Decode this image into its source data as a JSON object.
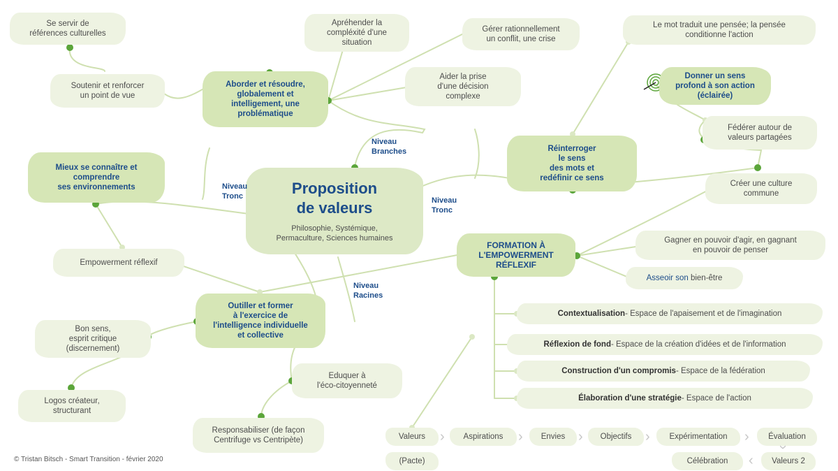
{
  "central": {
    "title": "Proposition\nde valeurs",
    "subtitle": "Philosophie, Systémique,\nPermaculture, Sciences humaines"
  },
  "levels": {
    "branches": "Niveau\nBranches",
    "tronc_left": "Niveau\nTronc",
    "tronc_right": "Niveau\nTronc",
    "racines": "Niveau\nRacines"
  },
  "nodes": {
    "references": "Se servir de\nréférences culturelles",
    "soutenir": "Soutenir et renforcer\nun point de vue",
    "aborder": "Aborder et résoudre,\nglobalement  et\nintelligement, une\nproblématique",
    "apprehender": "Apréhender la\ncompléxité d'une\nsituation",
    "gerer": "Gérer rationnellement\nun conflit, une crise",
    "aider": "Aider la prise\nd'une décision\ncomplexe",
    "mot": "Le mot traduit une pensée; la pensée\nconditionne l'action",
    "donner_sens": "Donner un sens\nprofond à son action\n(éclairée)",
    "federer": "Fédérer autour de\nvaleurs partagées",
    "reinterroger": "Réinterroger\nle sens\ndes mots et\nredéfinir ce sens",
    "creer_culture": "Créer une culture\ncommune",
    "connaitre": "Mieux se connaître et\ncomprendre\nses environnements",
    "empowerment_reflexif": "Empowerment réflexif",
    "formation": "FORMATION À\nL'EMPOWERMENT\nRÉFLEXIF",
    "gagner": "Gagner en pouvoir d'agir, en gagnant\nen pouvoir de penser",
    "outiller": "Outiller et former\nà l'exercice de\nl'intelligence individuelle\net collective",
    "bon_sens": "Bon sens,\nesprit critique\n(discernement)",
    "eduquer": "Eduquer à\nl'éco-citoyenneté",
    "logos": "Logos créateur,\nstructurant",
    "responsabiliser": "Responsabiliser (de façon\nCentrifuge vs Centripète)"
  },
  "asseoir": {
    "a": "Asseoir",
    "b": "son",
    "c": "bien-être"
  },
  "spaces": [
    {
      "bold": "Contextualisation",
      "rest": " - Espace de l'apaisement et de l'imagination"
    },
    {
      "bold": "Réflexion de fond",
      "rest": " - Espace de la création d'idées et de l'information"
    },
    {
      "bold": "Construction d'un compromis",
      "rest": " - Espace de la fédération"
    },
    {
      "bold": "Élaboration d'une stratégie",
      "rest": " - Espace de l'action"
    }
  ],
  "process": [
    "Valeurs",
    "Aspirations",
    "Envies",
    "Objectifs",
    "Expérimentation",
    "Évaluation",
    "Célébration",
    "Valeurs 2",
    "(Pacte)"
  ],
  "copyright": "© Tristan Bitsch - Smart Transition - février 2020",
  "colors": {
    "dark_fill": "#d6e6b6",
    "light_fill": "#eef3e2",
    "line": "#cfe0b0",
    "dot": "#5ba53a",
    "title": "#1d4d8a"
  }
}
